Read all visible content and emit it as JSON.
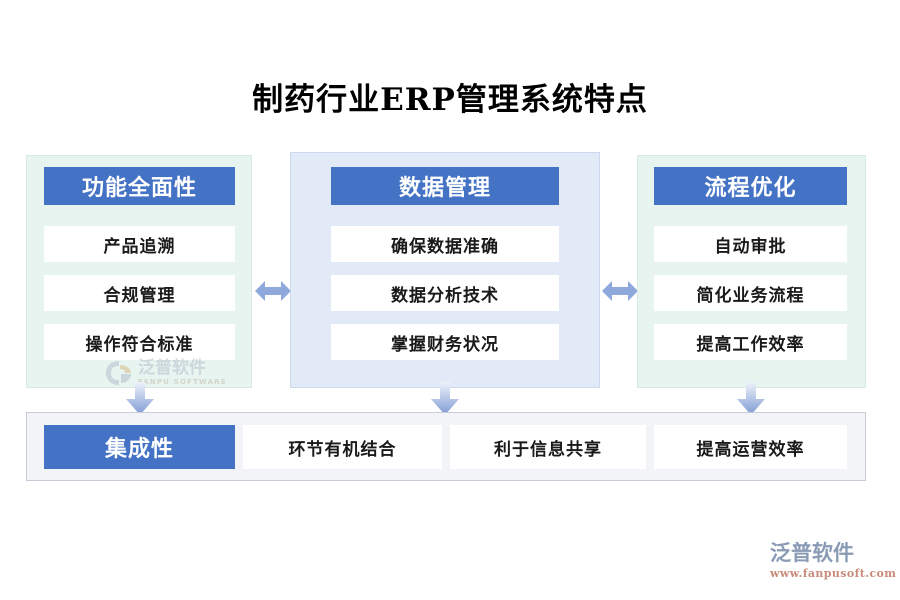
{
  "title": "制药行业ERP管理系统特点",
  "colors": {
    "header_blue": "#4472C4",
    "panel_mint": "#E8F4F0",
    "panel_blue": "#E3EAF7",
    "panel_gray": "#F3F4F7",
    "arrow_blue": "#8FA9DC",
    "text_dark": "#1A1A1A"
  },
  "columns": [
    {
      "header": "功能全面性",
      "items": [
        "产品追溯",
        "合规管理",
        "操作符合标准"
      ]
    },
    {
      "header": "数据管理",
      "items": [
        "确保数据准确",
        "数据分析技术",
        "掌握财务状况"
      ]
    },
    {
      "header": "流程优化",
      "items": [
        "自动审批",
        "简化业务流程",
        "提高工作效率"
      ]
    }
  ],
  "bottom": {
    "header": "集成性",
    "items": [
      "环节有机结合",
      "利于信息共享",
      "提高运营效率"
    ]
  },
  "connectors": {
    "horizontal_arrow_1": "double-arrow-left-right",
    "horizontal_arrow_2": "double-arrow-left-right",
    "down_arrow_1": "arrow-down",
    "down_arrow_2": "arrow-down",
    "down_arrow_3": "arrow-down"
  },
  "watermark": {
    "cn": "泛普软件",
    "en": "FANPU SOFTWARE"
  },
  "brand": {
    "cn": "泛普软件",
    "url": "www.fanpusoft.com"
  }
}
